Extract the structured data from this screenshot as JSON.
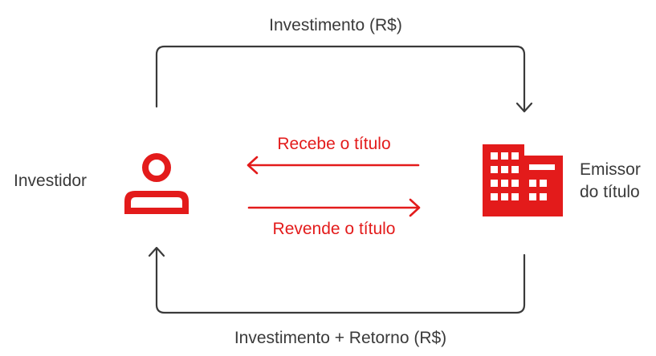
{
  "labels": {
    "top_flow": "Investimento (R$)",
    "bottom_flow": "Investimento + Retorno (R$)",
    "receive": "Recebe o título",
    "resell": "Revende o título",
    "investor": "Investidor",
    "issuer_line1": "Emissor",
    "issuer_line2": "do título"
  },
  "icons": {
    "investor": "person-icon",
    "issuer": "building-icon"
  },
  "colors": {
    "accent": "#e31b1b",
    "text": "#3a3a3a",
    "background": "#ffffff"
  }
}
